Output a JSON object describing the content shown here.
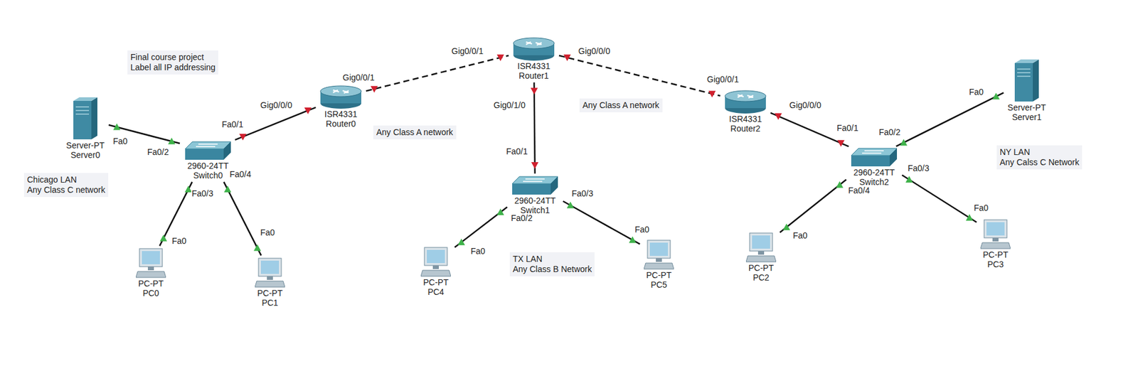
{
  "diagram": {
    "nodes": [
      {
        "text": [
          "Server-PT",
          "Server0"
        ]
      },
      {
        "text": [
          "2960-24TT",
          "Switch0"
        ]
      },
      {
        "text": [
          "PC-PT",
          "PC0"
        ]
      },
      {
        "text": [
          "PC-PT",
          "PC1"
        ]
      },
      {
        "text": [
          "ISR4331",
          "Router0"
        ]
      },
      {
        "text": [
          "ISR4331",
          "Router1"
        ]
      },
      {
        "text": [
          "2960-24TT",
          "Switch1"
        ]
      },
      {
        "text": [
          "PC-PT",
          "PC4"
        ]
      },
      {
        "text": [
          "PC-PT",
          "PC5"
        ]
      },
      {
        "text": [
          "ISR4331",
          "Router2"
        ]
      },
      {
        "text": [
          "2960-24TT",
          "Switch2"
        ]
      },
      {
        "text": [
          "Server-PT",
          "Server1"
        ]
      },
      {
        "text": [
          "PC-PT",
          "PC2"
        ]
      },
      {
        "text": [
          "PC-PT",
          "PC3"
        ]
      }
    ],
    "edges": [
      {
        "from": 0,
        "to": 1,
        "arrow": "none"
      },
      {
        "from": 1,
        "to": 4,
        "arrow": "none"
      },
      {
        "from": 1,
        "to": 2,
        "arrow": "none"
      },
      {
        "from": 1,
        "to": 3,
        "arrow": "none"
      },
      {
        "from": 4,
        "to": 5,
        "arrow": "none"
      },
      {
        "from": 5,
        "to": 6,
        "arrow": "none"
      },
      {
        "from": 6,
        "to": 7,
        "arrow": "none"
      },
      {
        "from": 6,
        "to": 8,
        "arrow": "none"
      },
      {
        "from": 5,
        "to": 9,
        "arrow": "none"
      },
      {
        "from": 9,
        "to": 10,
        "arrow": "none"
      },
      {
        "from": 10,
        "to": 11,
        "arrow": "none"
      },
      {
        "from": 10,
        "to": 12,
        "arrow": "none"
      },
      {
        "from": 10,
        "to": 13,
        "arrow": "none"
      }
    ],
    "labels": [
      "Final course project Label all IP addressing",
      "Chicago LAN Any Class C network",
      "Any Class A network",
      "Any Class A network",
      "TX LAN Any Class B Network",
      "NY LAN Any Calss C Network",
      "Fa0",
      "Fa0/2",
      "Fa0/1",
      "Gig0/0/0",
      "Gig0/0/1",
      "Gig0/0/1",
      "Gig0/0/0",
      "Gig0/1/0",
      "Fa0/1",
      "Gig0/0/1",
      "Gig0/0/0",
      "Fa0/1",
      "Fa0/2",
      "Fa0",
      "Fa0/3",
      "Fa0/4",
      "Fa0",
      "Fa0",
      "Fa0/2",
      "Fa0/3",
      "Fa0",
      "Fa0",
      "Fa0/4",
      "Fa0/3",
      "Fa0",
      "Fa0"
    ]
  }
}
